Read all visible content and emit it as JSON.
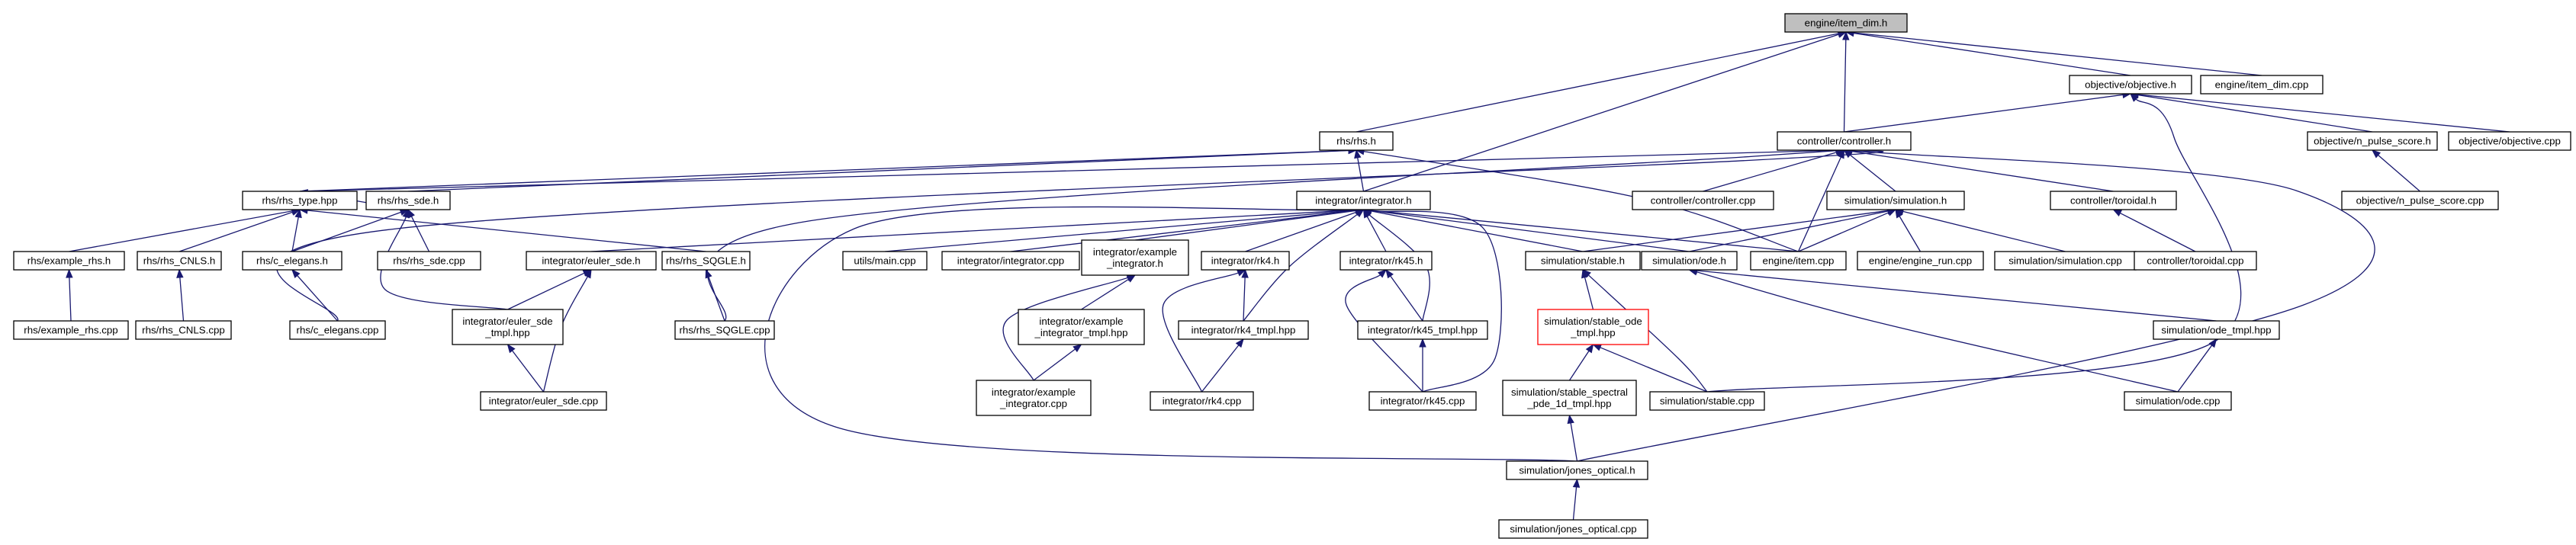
{
  "graph": {
    "edge_color": "#191970",
    "highlight_color": "#ff0000",
    "root_fill": "#bfbfbf",
    "nodes": [
      {
        "id": "item_dim_h",
        "lines": [
          "engine/item_dim.h"
        ],
        "style": "root"
      },
      {
        "id": "rhs_h",
        "lines": [
          "rhs/rhs.h"
        ]
      },
      {
        "id": "controller_h",
        "lines": [
          "controller/controller.h"
        ]
      },
      {
        "id": "objective_h",
        "lines": [
          "objective/objective.h"
        ]
      },
      {
        "id": "item_dim_cpp",
        "lines": [
          "engine/item_dim.cpp"
        ]
      },
      {
        "id": "n_pulse_score_h",
        "lines": [
          "objective/n_pulse_score.h"
        ]
      },
      {
        "id": "objective_cpp",
        "lines": [
          "objective/objective.cpp"
        ]
      },
      {
        "id": "n_pulse_score_cpp",
        "lines": [
          "objective/n_pulse_score.cpp"
        ]
      },
      {
        "id": "rhs_type_hpp",
        "lines": [
          "rhs/rhs_type.hpp"
        ]
      },
      {
        "id": "rhs_sde_h",
        "lines": [
          "rhs/rhs_sde.h"
        ]
      },
      {
        "id": "integrator_h",
        "lines": [
          "integrator/integrator.h"
        ]
      },
      {
        "id": "controller_cpp",
        "lines": [
          "controller/controller.cpp"
        ]
      },
      {
        "id": "simulation_h",
        "lines": [
          "simulation/simulation.h"
        ]
      },
      {
        "id": "toroidal_h",
        "lines": [
          "controller/toroidal.h"
        ]
      },
      {
        "id": "example_rhs_h",
        "lines": [
          "rhs/example_rhs.h"
        ]
      },
      {
        "id": "rhs_CNLS_h",
        "lines": [
          "rhs/rhs_CNLS.h"
        ]
      },
      {
        "id": "c_elegans_h",
        "lines": [
          "rhs/c_elegans.h"
        ]
      },
      {
        "id": "rhs_sde_cpp",
        "lines": [
          "rhs/rhs_sde.cpp"
        ]
      },
      {
        "id": "euler_sde_h",
        "lines": [
          "integrator/euler_sde.h"
        ]
      },
      {
        "id": "rhs_SQGLE_h",
        "lines": [
          "rhs/rhs_SQGLE.h"
        ]
      },
      {
        "id": "utils_main_cpp",
        "lines": [
          "utils/main.cpp"
        ]
      },
      {
        "id": "integrator_cpp",
        "lines": [
          "integrator/integrator.cpp"
        ]
      },
      {
        "id": "example_integrator_h",
        "lines": [
          "integrator/example",
          "_integrator.h"
        ]
      },
      {
        "id": "rk4_h",
        "lines": [
          "integrator/rk4.h"
        ]
      },
      {
        "id": "rk45_h",
        "lines": [
          "integrator/rk45.h"
        ]
      },
      {
        "id": "stable_h",
        "lines": [
          "simulation/stable.h"
        ]
      },
      {
        "id": "ode_h",
        "lines": [
          "simulation/ode.h"
        ]
      },
      {
        "id": "item_cpp",
        "lines": [
          "engine/item.cpp"
        ]
      },
      {
        "id": "engine_run_cpp",
        "lines": [
          "engine/engine_run.cpp"
        ]
      },
      {
        "id": "simulation_cpp",
        "lines": [
          "simulation/simulation.cpp"
        ]
      },
      {
        "id": "toroidal_cpp",
        "lines": [
          "controller/toroidal.cpp"
        ]
      },
      {
        "id": "example_rhs_cpp",
        "lines": [
          "rhs/example_rhs.cpp"
        ]
      },
      {
        "id": "rhs_CNLS_cpp",
        "lines": [
          "rhs/rhs_CNLS.cpp"
        ]
      },
      {
        "id": "c_elegans_cpp",
        "lines": [
          "rhs/c_elegans.cpp"
        ]
      },
      {
        "id": "euler_sde_tmpl_hpp",
        "lines": [
          "integrator/euler_sde",
          "_tmpl.hpp"
        ]
      },
      {
        "id": "rhs_SQGLE_cpp",
        "lines": [
          "rhs/rhs_SQGLE.cpp"
        ]
      },
      {
        "id": "example_integrator_tmpl_hpp",
        "lines": [
          "integrator/example",
          "_integrator_tmpl.hpp"
        ]
      },
      {
        "id": "rk4_tmpl_hpp",
        "lines": [
          "integrator/rk4_tmpl.hpp"
        ]
      },
      {
        "id": "rk45_tmpl_hpp",
        "lines": [
          "integrator/rk45_tmpl.hpp"
        ]
      },
      {
        "id": "stable_ode_tmpl_hpp",
        "lines": [
          "simulation/stable_ode",
          "_tmpl.hpp"
        ],
        "style": "highlight"
      },
      {
        "id": "ode_tmpl_hpp",
        "lines": [
          "simulation/ode_tmpl.hpp"
        ]
      },
      {
        "id": "euler_sde_cpp",
        "lines": [
          "integrator/euler_sde.cpp"
        ]
      },
      {
        "id": "example_integrator_cpp",
        "lines": [
          "integrator/example",
          "_integrator.cpp"
        ]
      },
      {
        "id": "rk4_cpp",
        "lines": [
          "integrator/rk4.cpp"
        ]
      },
      {
        "id": "rk45_cpp",
        "lines": [
          "integrator/rk45.cpp"
        ]
      },
      {
        "id": "stable_spectral_hpp",
        "lines": [
          "simulation/stable_spectral",
          "_pde_1d_tmpl.hpp"
        ]
      },
      {
        "id": "stable_cpp",
        "lines": [
          "simulation/stable.cpp"
        ]
      },
      {
        "id": "ode_cpp",
        "lines": [
          "simulation/ode.cpp"
        ]
      },
      {
        "id": "jones_optical_h",
        "lines": [
          "simulation/jones_optical.h"
        ]
      },
      {
        "id": "jones_optical_cpp",
        "lines": [
          "simulation/jones_optical.cpp"
        ]
      }
    ],
    "edges": [
      [
        "rhs_h",
        "item_dim_h"
      ],
      [
        "controller_h",
        "item_dim_h"
      ],
      [
        "objective_h",
        "item_dim_h"
      ],
      [
        "item_dim_cpp",
        "item_dim_h"
      ],
      [
        "integrator_h",
        "item_dim_h"
      ],
      [
        "controller_h",
        "objective_h"
      ],
      [
        "n_pulse_score_h",
        "objective_h"
      ],
      [
        "objective_cpp",
        "objective_h"
      ],
      [
        "stable_cpp",
        "objective_h"
      ],
      [
        "n_pulse_score_cpp",
        "n_pulse_score_h"
      ],
      [
        "rhs_type_hpp",
        "rhs_h"
      ],
      [
        "rhs_sde_h",
        "rhs_h"
      ],
      [
        "integrator_h",
        "rhs_h"
      ],
      [
        "item_cpp",
        "rhs_h"
      ],
      [
        "rhs_type_hpp",
        "controller_h"
      ],
      [
        "controller_cpp",
        "controller_h"
      ],
      [
        "simulation_h",
        "controller_h"
      ],
      [
        "toroidal_h",
        "controller_h"
      ],
      [
        "item_cpp",
        "controller_h"
      ],
      [
        "c_elegans_cpp",
        "controller_h"
      ],
      [
        "rhs_SQGLE_cpp",
        "controller_h"
      ],
      [
        "jones_optical_h",
        "controller_h"
      ],
      [
        "toroidal_cpp",
        "toroidal_h"
      ],
      [
        "example_rhs_h",
        "rhs_type_hpp"
      ],
      [
        "rhs_CNLS_h",
        "rhs_type_hpp"
      ],
      [
        "c_elegans_h",
        "rhs_type_hpp"
      ],
      [
        "rhs_sde_h",
        "rhs_type_hpp"
      ],
      [
        "rhs_SQGLE_h",
        "rhs_type_hpp"
      ],
      [
        "c_elegans_h",
        "rhs_sde_h"
      ],
      [
        "rhs_sde_cpp",
        "rhs_sde_h"
      ],
      [
        "euler_sde_tmpl_hpp",
        "rhs_sde_h"
      ],
      [
        "example_rhs_cpp",
        "example_rhs_h"
      ],
      [
        "rhs_CNLS_cpp",
        "rhs_CNLS_h"
      ],
      [
        "c_elegans_cpp",
        "c_elegans_h"
      ],
      [
        "rhs_SQGLE_cpp",
        "rhs_SQGLE_h"
      ],
      [
        "euler_sde_h",
        "integrator_h"
      ],
      [
        "utils_main_cpp",
        "integrator_h"
      ],
      [
        "integrator_cpp",
        "integrator_h"
      ],
      [
        "example_integrator_h",
        "integrator_h"
      ],
      [
        "rk4_h",
        "integrator_h"
      ],
      [
        "rk45_h",
        "integrator_h"
      ],
      [
        "stable_h",
        "integrator_h"
      ],
      [
        "ode_h",
        "integrator_h"
      ],
      [
        "item_cpp",
        "integrator_h"
      ],
      [
        "rk4_tmpl_hpp",
        "integrator_h"
      ],
      [
        "rk45_tmpl_hpp",
        "integrator_h"
      ],
      [
        "rk45_cpp",
        "integrator_h"
      ],
      [
        "jones_optical_h",
        "integrator_h"
      ],
      [
        "ode_h",
        "simulation_h"
      ],
      [
        "item_cpp",
        "simulation_h"
      ],
      [
        "engine_run_cpp",
        "simulation_h"
      ],
      [
        "simulation_cpp",
        "simulation_h"
      ],
      [
        "stable_h",
        "simulation_h"
      ],
      [
        "euler_sde_tmpl_hpp",
        "euler_sde_h"
      ],
      [
        "euler_sde_cpp",
        "euler_sde_h"
      ],
      [
        "example_integrator_tmpl_hpp",
        "example_integrator_h"
      ],
      [
        "example_integrator_cpp",
        "example_integrator_h"
      ],
      [
        "rk4_tmpl_hpp",
        "rk4_h"
      ],
      [
        "rk4_cpp",
        "rk4_h"
      ],
      [
        "rk45_tmpl_hpp",
        "rk45_h"
      ],
      [
        "rk45_cpp",
        "rk45_h"
      ],
      [
        "stable_ode_tmpl_hpp",
        "stable_h"
      ],
      [
        "stable_cpp",
        "stable_h"
      ],
      [
        "ode_tmpl_hpp",
        "ode_h"
      ],
      [
        "ode_cpp",
        "ode_h"
      ],
      [
        "euler_sde_cpp",
        "euler_sde_tmpl_hpp"
      ],
      [
        "example_integrator_cpp",
        "example_integrator_tmpl_hpp"
      ],
      [
        "rk4_cpp",
        "rk4_tmpl_hpp"
      ],
      [
        "rk45_cpp",
        "rk45_tmpl_hpp"
      ],
      [
        "stable_spectral_hpp",
        "stable_ode_tmpl_hpp"
      ],
      [
        "stable_cpp",
        "stable_ode_tmpl_hpp"
      ],
      [
        "ode_cpp",
        "ode_tmpl_hpp"
      ],
      [
        "jones_optical_h",
        "stable_spectral_hpp"
      ],
      [
        "jones_optical_cpp",
        "jones_optical_h"
      ]
    ]
  }
}
